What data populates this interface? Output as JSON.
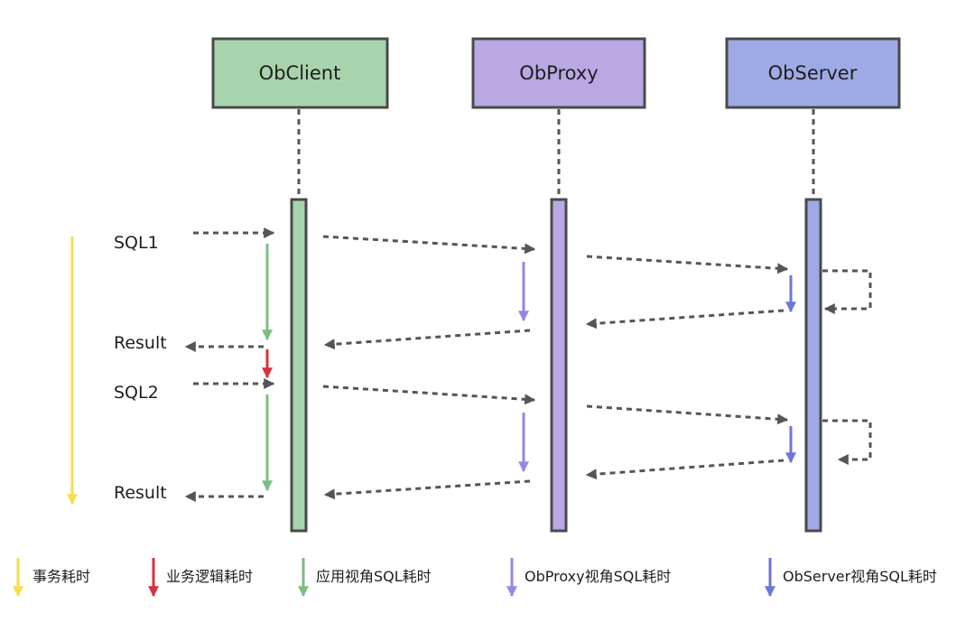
{
  "lifelines": [
    {
      "key": "client",
      "label": "ObClient",
      "color": "#a8d4ad"
    },
    {
      "key": "proxy",
      "label": "ObProxy",
      "color": "#b9a8e4"
    },
    {
      "key": "server",
      "label": "ObServer",
      "color": "#9eaae6"
    }
  ],
  "messages": {
    "sql1": "SQL1",
    "result1": "Result",
    "sql2": "SQL2",
    "result2": "Result"
  },
  "colors": {
    "transaction": "#f6dd4a",
    "business": "#d6323f",
    "app": "#7cbd82",
    "proxy": "#9a86e0",
    "server": "#6b76d8",
    "dashed": "#555555",
    "border": "#4a4a4a"
  },
  "legend": [
    {
      "label": "事务耗时",
      "color": "#f6dd4a"
    },
    {
      "label": "业务逻辑耗时",
      "color": "#d6323f"
    },
    {
      "label": "应用视角SQL耗时",
      "color": "#7cbd82"
    },
    {
      "label": "ObProxy视角SQL耗时",
      "color": "#9a86e0"
    },
    {
      "label": "ObServer视角SQL耗时",
      "color": "#6b76d8"
    }
  ]
}
